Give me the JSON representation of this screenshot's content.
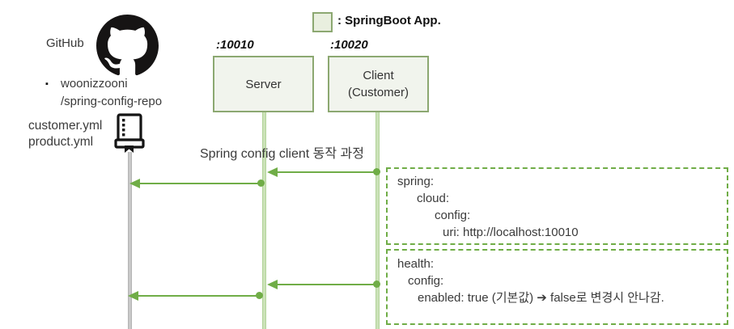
{
  "colors": {
    "accent_green": "#70AD47",
    "node_border_green": "#8CA871",
    "node_fill": "#F1F4ED",
    "legend_fill": "#E9EFDF",
    "lifeline_green": "#CBE2B8",
    "lifeline_gray": "#C9C9C9",
    "text_dark": "#3B3B3B"
  },
  "legend": {
    "swatch_icon": "springboot-app-swatch",
    "label": ": SpringBoot App."
  },
  "github": {
    "title": "GitHub",
    "logo_icon": "github-octocat",
    "bullet": "▪",
    "repo_line1": "woonizzooni",
    "repo_line2": "/spring-config-repo",
    "file1": "customer.yml",
    "file2": "product.yml"
  },
  "nodes": {
    "server": {
      "port": ":10010",
      "label": "Server"
    },
    "client": {
      "port": ":10020",
      "label1": "Client",
      "label2": "(Customer)"
    }
  },
  "title": "Spring config client 동작 과정",
  "notes": {
    "spring": {
      "lines": [
        "spring:",
        "cloud:",
        "config:",
        "uri: http://localhost:10010"
      ]
    },
    "health": {
      "lines": [
        "health:",
        "config:",
        "enabled: true (기본값) ➔ false로 변경시 안나감."
      ]
    }
  }
}
